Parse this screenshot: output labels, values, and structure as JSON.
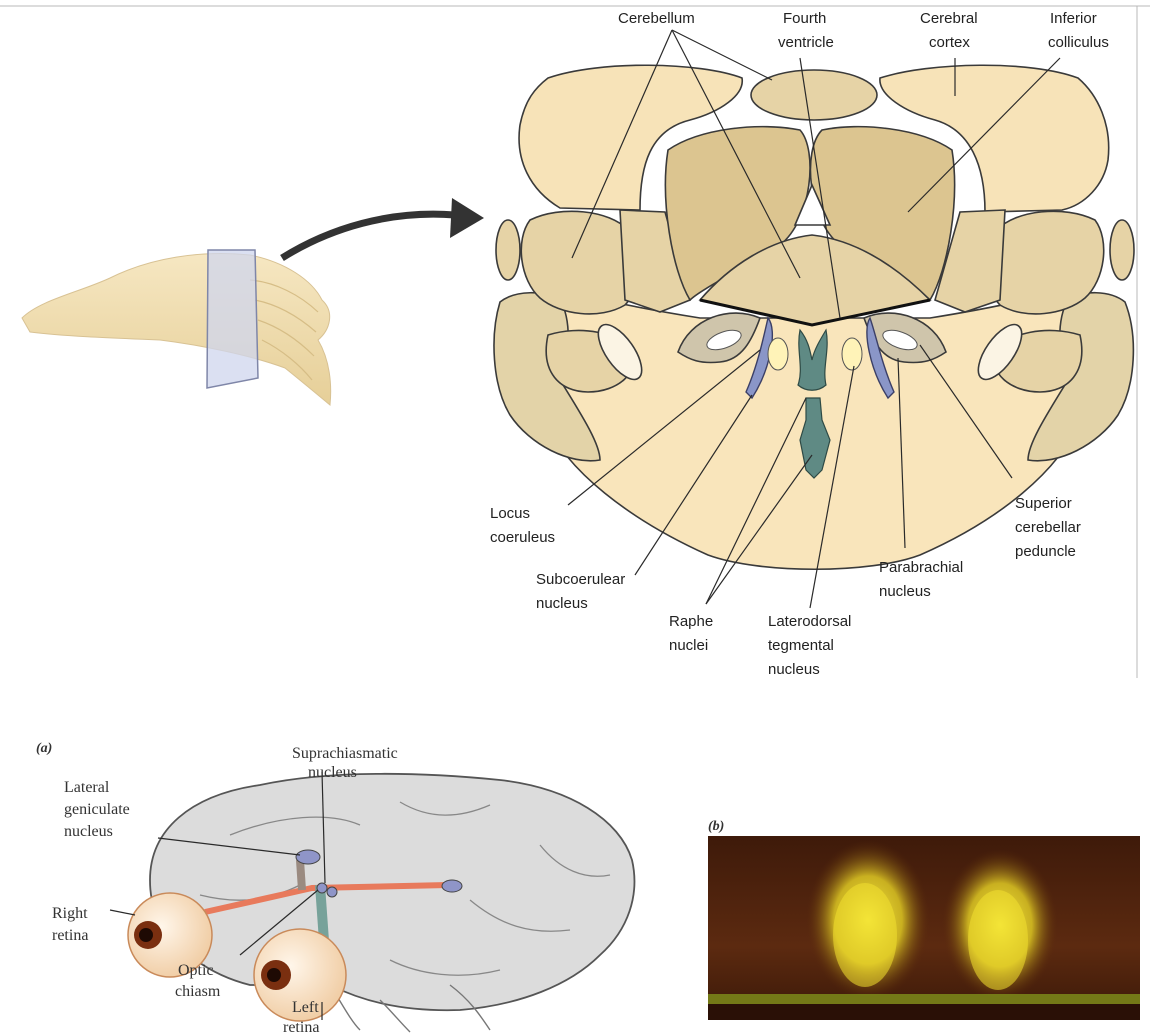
{
  "upper_figure": {
    "labels": {
      "cerebellum": "Cerebellum",
      "fourth_ventricle": [
        "Fourth",
        "ventricle"
      ],
      "cerebral_cortex": [
        "Cerebral",
        "cortex"
      ],
      "inferior_colliculus": [
        "Inferior",
        "colliculus"
      ],
      "locus_coeruleus": [
        "Locus",
        "coeruleus"
      ],
      "subcoerulear_nucleus": [
        "Subcoerulear",
        "nucleus"
      ],
      "raphe_nuclei": [
        "Raphe",
        "nuclei"
      ],
      "laterodorsal_tegmental_nucleus": [
        "Laterodorsal",
        "tegmental",
        "nucleus"
      ],
      "parabrachial_nucleus": [
        "Parabrachial",
        "nucleus"
      ],
      "superior_cerebellar_peduncle": [
        "Superior",
        "cerebellar",
        "peduncle"
      ]
    }
  },
  "lower_figure": {
    "panel_a": {
      "tag": "(a)",
      "labels": {
        "suprachiasmatic_nucleus": [
          "Suprachiasmatic",
          "nucleus"
        ],
        "lateral_geniculate_nucleus": [
          "Lateral",
          "geniculate",
          "nucleus"
        ],
        "right_retina": [
          "Right",
          "retina"
        ],
        "optic_chiasm": [
          "Optic",
          "chiasm"
        ],
        "left_retina": [
          "Left",
          "retina"
        ]
      }
    },
    "panel_b": {
      "tag": "(b)"
    }
  },
  "colors": {
    "tissue_light": "#f7e3b8",
    "tissue_tan": "#e2d2a8",
    "tissue_dark": "#d9c48e",
    "nucleus_blue": "#8a96c8",
    "raphe_teal": "#5f8a84",
    "micrograph_bg": "#4a1f0c",
    "micrograph_glow": "#f2e030"
  }
}
